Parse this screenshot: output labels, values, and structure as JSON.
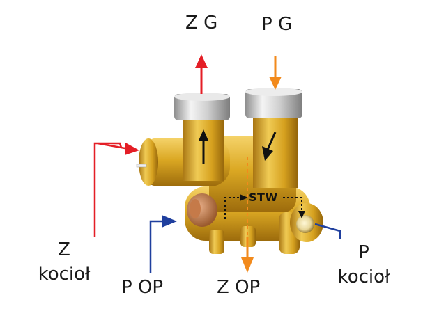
{
  "labels": {
    "zg": "Z G",
    "pg": "P G",
    "z_kociol_1": "Z",
    "z_kociol_2": "kocioł",
    "p_op": "P OP",
    "z_op": "Z OP",
    "p_kociol_1": "P",
    "p_kociol_2": "kocioł",
    "stw": "STW"
  },
  "colors": {
    "supply_arrow": "#e41e26",
    "return_arrow": "#1f3f9e",
    "flow_arrow": "#f28a1c",
    "brass": "#d9a520",
    "chrome": "#c9c9c9"
  }
}
